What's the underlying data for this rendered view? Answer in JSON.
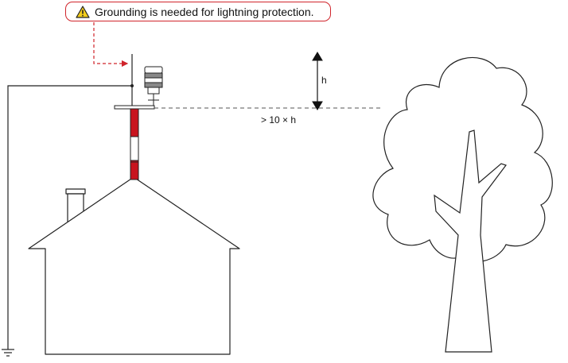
{
  "callout": {
    "text": "Grounding is needed for lightning protection.",
    "icon": "warning-triangle-icon",
    "border_color": "#d0242b"
  },
  "labels": {
    "height": "h",
    "distance": "> 10 × h"
  },
  "colors": {
    "mast_red": "#c8141e",
    "line": "#222222",
    "dash": "#555555",
    "warning_yellow": "#f3cc1a"
  }
}
